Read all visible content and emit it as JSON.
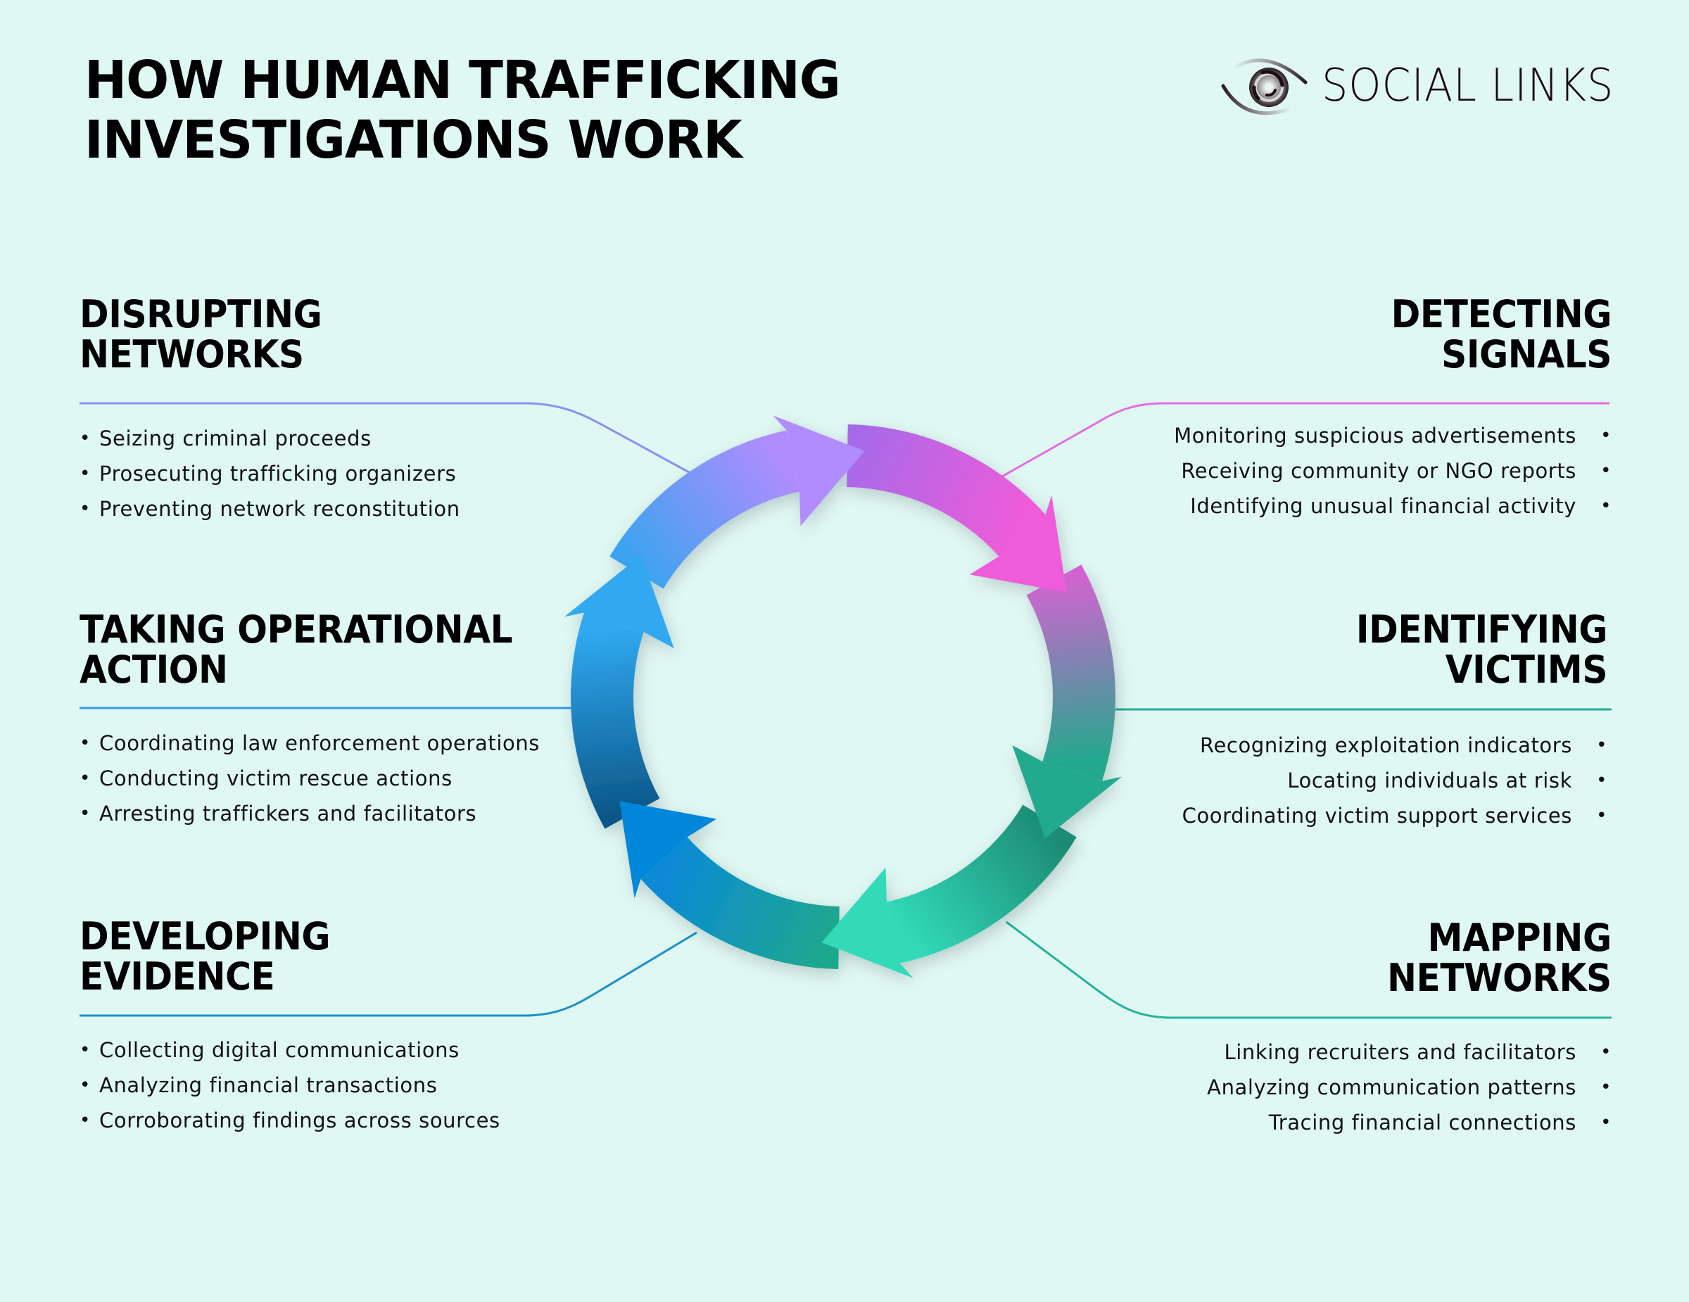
{
  "title": {
    "line1": "HOW HUMAN TRAFFICKING",
    "line2": "INVESTIGATIONS WORK"
  },
  "logo": {
    "text": "SOCIAL LINKS",
    "icon": "eye-icon"
  },
  "background_color": "#e0f8f4",
  "sections": {
    "disrupting": {
      "heading1": "DISRUPTING",
      "heading2": "NETWORKS",
      "color": "#8c90f2",
      "items": [
        "Seizing criminal proceeds",
        "Prosecuting trafficking organizers",
        "Preventing network reconstitution"
      ]
    },
    "detecting": {
      "heading1": "DETECTING",
      "heading2": "SIGNALS",
      "color": "#e46ce4",
      "items": [
        "Monitoring suspicious advertisements",
        "Receiving community or NGO reports",
        "Identifying unusual financial activity"
      ]
    },
    "taking_action": {
      "heading1": "TAKING OPERATIONAL",
      "heading2": "ACTION",
      "color": "#2f9ee6",
      "items": [
        "Coordinating law enforcement operations",
        "Conducting victim rescue actions",
        "Arresting traffickers and facilitators"
      ]
    },
    "identifying": {
      "heading1": "IDENTIFYING",
      "heading2": "VICTIMS",
      "color": "#25ad95",
      "items": [
        "Recognizing exploitation indicators",
        "Locating individuals at risk",
        "Coordinating victim support services"
      ]
    },
    "developing": {
      "heading1": "DEVELOPING",
      "heading2": "EVIDENCE",
      "color": "#1a8fc8",
      "items": [
        "Collecting digital communications",
        "Analyzing financial transactions",
        "Corroborating findings across sources"
      ]
    },
    "mapping": {
      "heading1": "MAPPING",
      "heading2": "NETWORKS",
      "color": "#22b49a",
      "items": [
        "Linking recruiters and facilitators",
        "Analyzing communication patterns",
        "Tracing financial connections"
      ]
    }
  },
  "cycle": {
    "direction": "clockwise",
    "arrows": [
      {
        "name": "arrow-detecting-to-disrupting-top",
        "from": "#3aa4f0",
        "to": "#b18cfe",
        "head": "#b18cfe"
      },
      {
        "name": "arrow-top-to-detecting",
        "from": "#a66ae9",
        "to": "#ee5cd9",
        "head": "#ee5cd9"
      },
      {
        "name": "arrow-detecting-to-identifying",
        "from": "#d064cf",
        "to": "#22a98d",
        "head": "#23aa8e"
      },
      {
        "name": "arrow-identifying-to-mapping",
        "from": "#1d8a74",
        "to": "#31dab8",
        "head": "#31dab8"
      },
      {
        "name": "arrow-mapping-to-developing",
        "from": "#1fa98b",
        "to": "#0a8ad6",
        "head": "#0387d9"
      },
      {
        "name": "arrow-developing-to-action",
        "from": "#0b5788",
        "to": "#30a8f0",
        "head": "#30a8f0"
      }
    ]
  }
}
